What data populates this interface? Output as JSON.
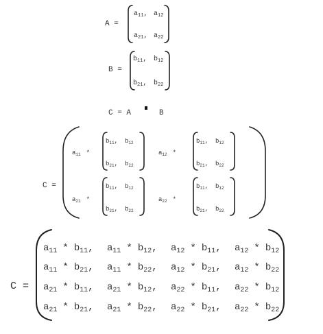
{
  "equation_a": {
    "lhs": "A =",
    "row1": [
      "a",
      "11",
      ",",
      "a",
      "12"
    ],
    "row2": [
      "a",
      "21",
      ",",
      "a",
      "22"
    ]
  },
  "equation_b": {
    "lhs": "B =",
    "row1": [
      "b",
      "11",
      ",",
      "b",
      "12"
    ],
    "row2": [
      "b",
      "21",
      ",",
      "b",
      "22"
    ]
  },
  "equation_c": {
    "text_left": "C = A",
    "operator": "▪",
    "text_right": "B"
  },
  "block_expansion": {
    "lhs": "C =",
    "cells": [
      {
        "coef": "a",
        "sub": "11",
        "op": "*",
        "m": [
          "b",
          "11",
          ", ",
          "b",
          "12",
          "b",
          "21",
          ", ",
          "b",
          "22"
        ]
      },
      {
        "coef": "a",
        "sub": "12",
        "op": "*",
        "m": [
          "b",
          "11",
          ", ",
          "b",
          "12",
          "b",
          "21",
          ", ",
          "b",
          "22"
        ]
      },
      {
        "coef": "a",
        "sub": "21",
        "op": "*",
        "m": [
          "b",
          "11",
          ", ",
          "b",
          "12",
          "b",
          "21",
          ", ",
          "b",
          "22"
        ]
      },
      {
        "coef": "a",
        "sub": "22",
        "op": "*",
        "m": [
          "b",
          "11",
          ", ",
          "b",
          "12",
          "b",
          "21",
          ", ",
          "b",
          "22"
        ]
      }
    ]
  },
  "result_matrix": {
    "lhs": "C =",
    "rows": [
      [
        [
          "a",
          "11",
          "b",
          "11"
        ],
        [
          "a",
          "11",
          "b",
          "12"
        ],
        [
          "a",
          "12",
          "b",
          "11"
        ],
        [
          "a",
          "12",
          "b",
          "12"
        ]
      ],
      [
        [
          "a",
          "11",
          "b",
          "21"
        ],
        [
          "a",
          "11",
          "b",
          "22"
        ],
        [
          "a",
          "12",
          "b",
          "21"
        ],
        [
          "a",
          "12",
          "b",
          "22"
        ]
      ],
      [
        [
          "a",
          "21",
          "b",
          "11"
        ],
        [
          "a",
          "21",
          "b",
          "12"
        ],
        [
          "a",
          "22",
          "b",
          "11"
        ],
        [
          "a",
          "22",
          "b",
          "12"
        ]
      ],
      [
        [
          "a",
          "21",
          "b",
          "21"
        ],
        [
          "a",
          "21",
          "b",
          "22"
        ],
        [
          "a",
          "22",
          "b",
          "21"
        ],
        [
          "a",
          "22",
          "b",
          "22"
        ]
      ]
    ],
    "mul": "*",
    "sep": ","
  }
}
